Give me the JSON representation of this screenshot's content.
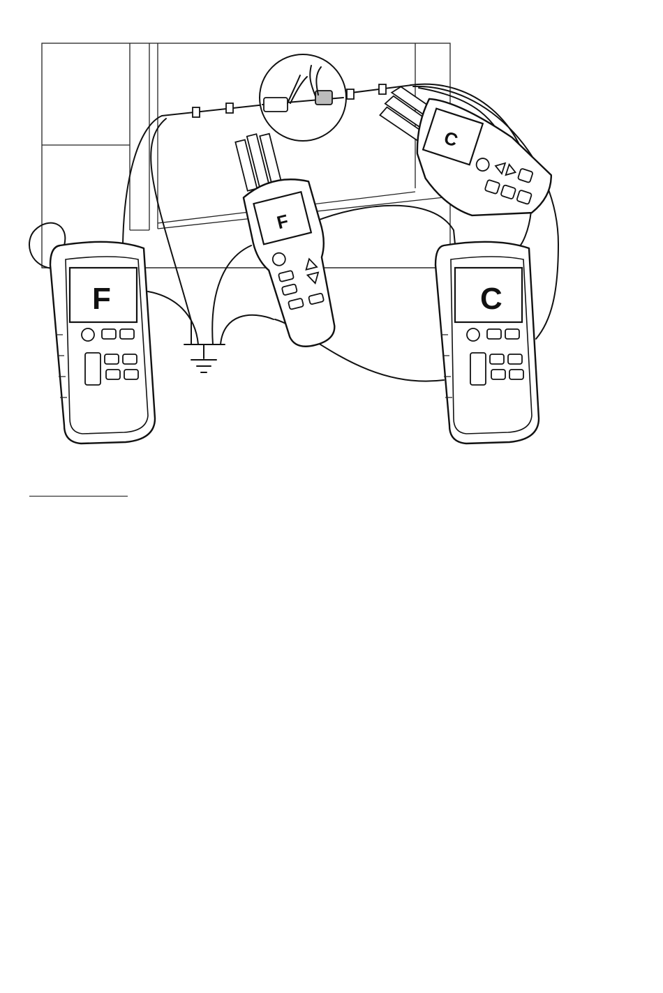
{
  "devices": {
    "transmitter_left": {
      "label": "F"
    },
    "receiver_middle": {
      "label": "F"
    },
    "transmitter_right": {
      "label": "C"
    },
    "receiver_top": {
      "label": "C"
    }
  },
  "icons": [
    "ground-symbol-icon",
    "cable-splice-icon",
    "up-arrow-icon",
    "down-arrow-icon",
    "left-arrow-icon",
    "right-arrow-icon"
  ]
}
